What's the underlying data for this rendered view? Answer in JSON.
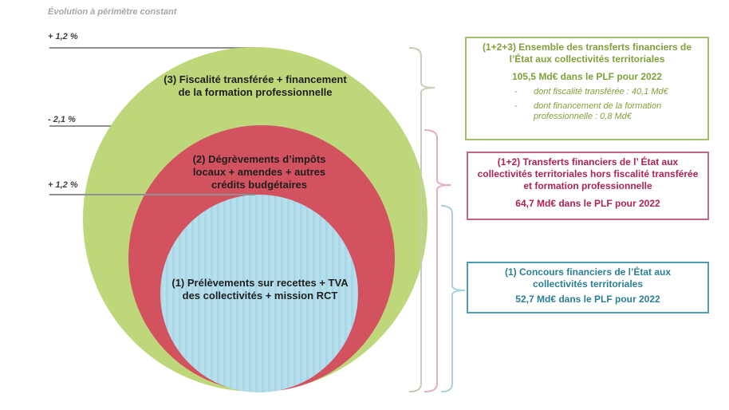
{
  "header": {
    "subtitle": "Évolution à périmètre constant"
  },
  "evolutions": [
    {
      "label": "+ 1,2 %",
      "level": "3"
    },
    {
      "label": "- 2,1 %",
      "level": "2"
    },
    {
      "label": "+ 1,2 %",
      "level": "1"
    }
  ],
  "circles": [
    {
      "id": "3",
      "label": "(3) Fiscalité transférée + financement de la formation professionnelle",
      "color": "#bdd77a"
    },
    {
      "id": "2",
      "label": "(2) Dégrèvements d’impôts locaux + amendes + autres crédits budgétaires",
      "color": "#d3525f"
    },
    {
      "id": "1",
      "label": "(1) Prélèvements sur recettes + TVA des collectivités + mission RCT",
      "color": "#b6dfec"
    }
  ],
  "boxes": {
    "total": {
      "title": "(1+2+3) Ensemble des transferts financiers de l’État aux collectivités territoriales",
      "amount": "105,5 Md€ dans le PLF pour 2022",
      "details": [
        {
          "dash": "-",
          "text": "dont fiscalité transférée : 40,1 Md€"
        },
        {
          "dash": "-",
          "text": "dont financement de la formation professionnelle : 0,8 Md€"
        }
      ],
      "color": "#a3be6a"
    },
    "transfers": {
      "title": "(1+2) Transferts financiers de l’ État aux collectivités territoriales hors fiscalité transférée et formation professionnelle",
      "amount": "64,7 Md€ dans le PLF pour 2022",
      "color": "#c3667f"
    },
    "concours": {
      "title": "(1) Concours financiers de l’État aux collectivités territoriales",
      "amount": "52,7 Md€ dans le PLF pour 2022",
      "color": "#4d9eb0"
    }
  }
}
